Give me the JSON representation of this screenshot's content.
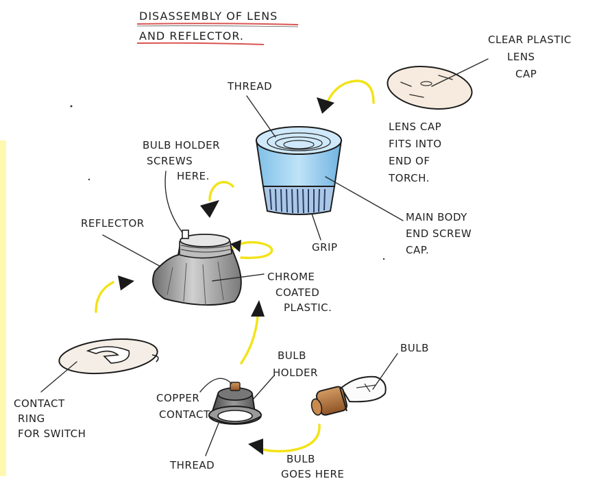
{
  "title": [
    "DISASSEMBLY OF LENS",
    "AND REFLECTOR."
  ],
  "labels": {
    "clear_plastic_lens_cap": [
      "CLEAR PLASTIC",
      "LENS",
      "CAP"
    ],
    "thread_top": "THREAD",
    "lens_cap_fits": [
      "LENS CAP",
      "FITS INTO",
      "END OF",
      "TORCH."
    ],
    "bulb_holder_screws": [
      "BULB HOLDER",
      "SCREWS",
      "HERE."
    ],
    "reflector": "REFLECTOR",
    "grip": "GRIP",
    "main_body_end_screw_cap": [
      "MAIN BODY",
      "END SCREW",
      "CAP."
    ],
    "chrome_coated_plastic": [
      "CHROME",
      "COATED",
      "PLASTIC."
    ],
    "bulb": "BULB",
    "bulb_holder": [
      "BULB",
      "HOLDER"
    ],
    "copper_contact": [
      "COPPER",
      "CONTACT."
    ],
    "contact_ring": [
      "CONTACT",
      "RING",
      "FOR SWITCH"
    ],
    "thread_bottom": "THREAD",
    "bulb_goes_here": [
      "BULB",
      "GOES HERE"
    ]
  },
  "colors": {
    "ink": "#1c1c1c",
    "arrow_yellow": "#f2e318",
    "underline_red": "#d9534f",
    "cap_blue": "#8ec9ef",
    "chrome_grey": "#8d8d8d",
    "copper": "#b8763a",
    "left_edge_yellow": "#fff8b0"
  }
}
